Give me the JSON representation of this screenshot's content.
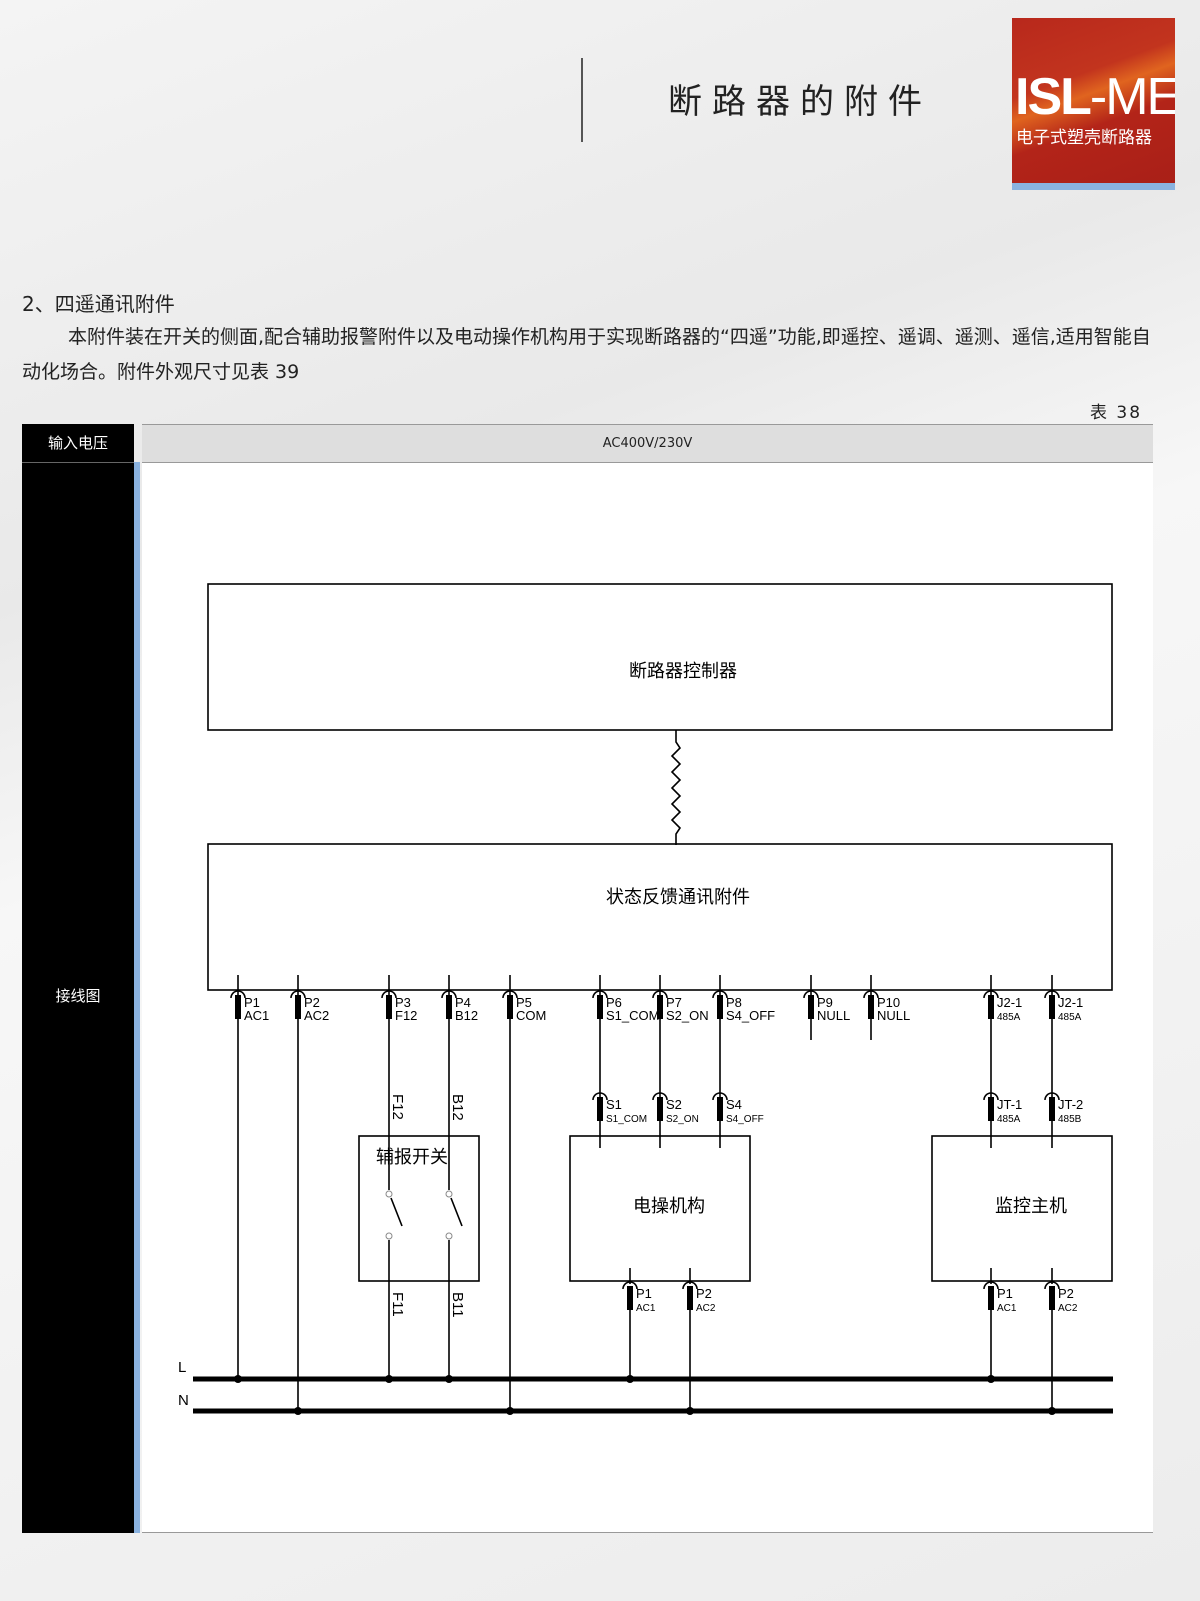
{
  "header": {
    "title": "断路器的附件",
    "logo_brand_bold": "ISL",
    "logo_brand_rest": "-ME",
    "logo_subtitle": "电子式塑壳断路器"
  },
  "section": {
    "title": "2、四遥通讯附件",
    "paragraph": "本附件装在开关的侧面,配合辅助报警附件以及电动操作机构用于实现断路器的“四遥”功能,即遥控、遥调、遥测、遥信,适用智能自动化场合。附件外观尺寸见表 39"
  },
  "table": {
    "number": "表  38",
    "header_label": "输入电压",
    "header_value": "AC400V/230V",
    "row_label": "接线图"
  },
  "diagram": {
    "controller": "断路器控制器",
    "comm_module": "状态反馈通讯附件",
    "aux_switch": "辅报开关",
    "motor": "电操机构",
    "monitor": "监控主机",
    "line_L": "L",
    "line_N": "N",
    "terminals": [
      {
        "pin": "P1",
        "sig": "AC1"
      },
      {
        "pin": "P2",
        "sig": "AC2"
      },
      {
        "pin": "P3",
        "sig": "F12"
      },
      {
        "pin": "P4",
        "sig": "B12"
      },
      {
        "pin": "P5",
        "sig": "COM"
      },
      {
        "pin": "P6",
        "sig": "S1_COM"
      },
      {
        "pin": "P7",
        "sig": "S2_ON"
      },
      {
        "pin": "P8",
        "sig": "S4_OFF"
      },
      {
        "pin": "P9",
        "sig": "NULL"
      },
      {
        "pin": "P10",
        "sig": "NULL"
      },
      {
        "pin": "J2-1",
        "sig": "485A"
      },
      {
        "pin": "J2-1",
        "sig": "485A"
      }
    ],
    "motor_inputs": [
      {
        "pin": "S1",
        "sig": "S1_COM"
      },
      {
        "pin": "S2",
        "sig": "S2_ON"
      },
      {
        "pin": "S4",
        "sig": "S4_OFF"
      }
    ],
    "monitor_inputs": [
      {
        "pin": "JT-1",
        "sig": "485A"
      },
      {
        "pin": "JT-2",
        "sig": "485B"
      }
    ],
    "motor_power": [
      {
        "pin": "P1",
        "sig": "AC1"
      },
      {
        "pin": "P2",
        "sig": "AC2"
      }
    ],
    "monitor_power": [
      {
        "pin": "P1",
        "sig": "AC1"
      },
      {
        "pin": "P2",
        "sig": "AC2"
      }
    ],
    "switch_labels": {
      "top_left": "F12",
      "top_right": "B12",
      "bottom_left": "F11",
      "bottom_right": "B11"
    }
  }
}
